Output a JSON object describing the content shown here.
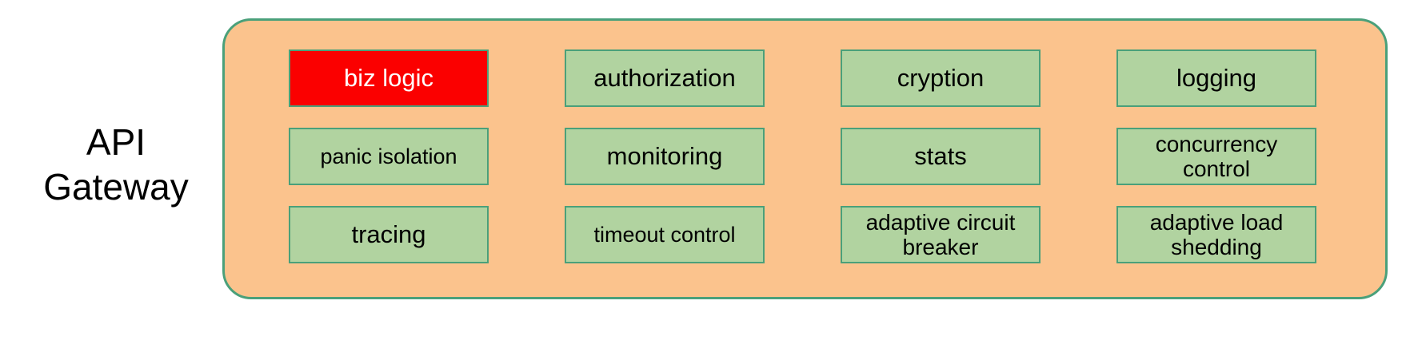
{
  "diagram": {
    "side_label": "API\nGateway",
    "container": {
      "fill": "#fbc38d",
      "border": "#4aa07a"
    },
    "box_style": {
      "fill": "#b1d3a0",
      "border": "#4aa07a",
      "highlight_fill": "#fb0000",
      "highlight_text": "#ffffff"
    },
    "cells": [
      {
        "label": "biz logic",
        "highlight": true,
        "size": "normal",
        "row": 1,
        "col": 1
      },
      {
        "label": "authorization",
        "highlight": false,
        "size": "normal",
        "row": 1,
        "col": 2
      },
      {
        "label": "cryption",
        "highlight": false,
        "size": "normal",
        "row": 1,
        "col": 3
      },
      {
        "label": "logging",
        "highlight": false,
        "size": "normal",
        "row": 1,
        "col": 4
      },
      {
        "label": "panic isolation",
        "highlight": false,
        "size": "small",
        "row": 2,
        "col": 1
      },
      {
        "label": "monitoring",
        "highlight": false,
        "size": "normal",
        "row": 2,
        "col": 2
      },
      {
        "label": "stats",
        "highlight": false,
        "size": "normal",
        "row": 2,
        "col": 3
      },
      {
        "label": "concurrency\ncontrol",
        "highlight": false,
        "size": "two-line",
        "row": 2,
        "col": 4
      },
      {
        "label": "tracing",
        "highlight": false,
        "size": "normal",
        "row": 3,
        "col": 1
      },
      {
        "label": "timeout control",
        "highlight": false,
        "size": "small",
        "row": 3,
        "col": 2
      },
      {
        "label": "adaptive circuit\nbreaker",
        "highlight": false,
        "size": "two-line",
        "row": 3,
        "col": 3
      },
      {
        "label": "adaptive load\nshedding",
        "highlight": false,
        "size": "two-line",
        "row": 3,
        "col": 4
      }
    ]
  }
}
